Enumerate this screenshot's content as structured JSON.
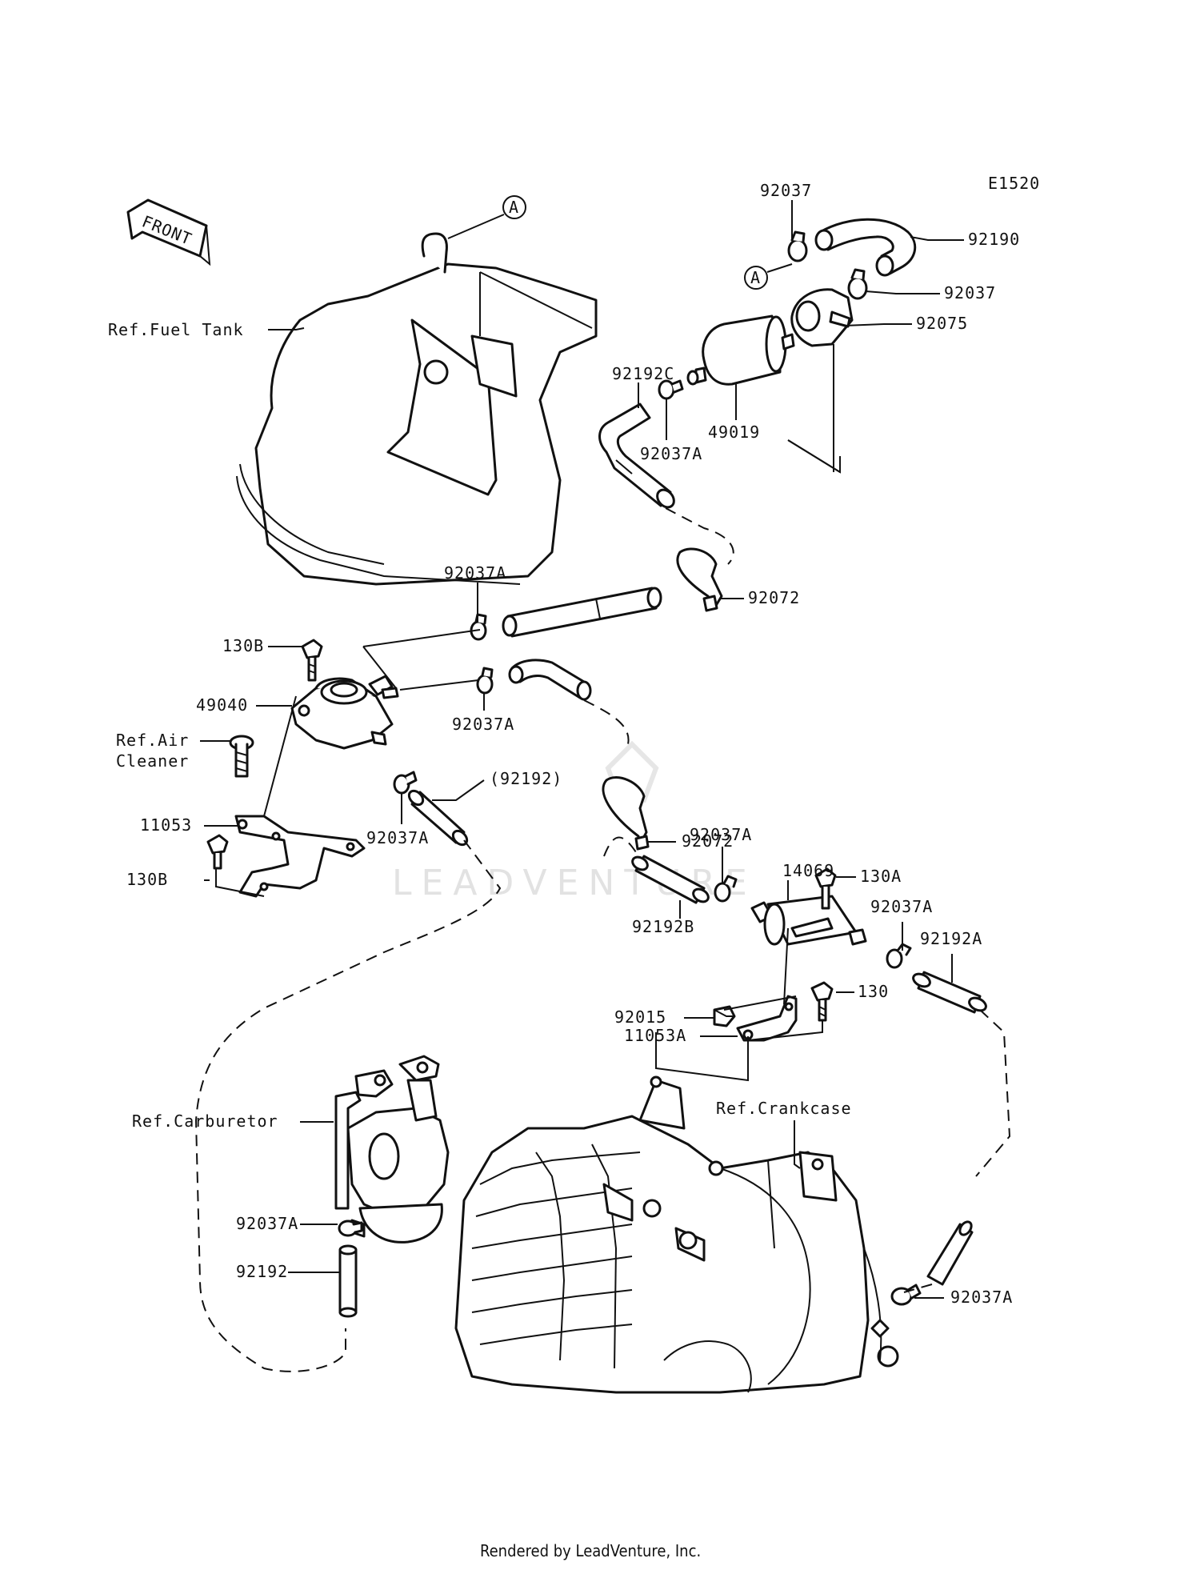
{
  "diagram": {
    "code": "E1520",
    "front_label": "FRONT",
    "ref_marker": "A",
    "watermark": "LEADVENTURE",
    "footer": "Rendered by LeadVenture, Inc."
  },
  "callouts": {
    "p92037_top": "92037",
    "p92190": "92190",
    "p92037_right": "92037",
    "p92075": "92075",
    "ref_fuel_tank": "Ref.Fuel Tank",
    "p92192C": "92192C",
    "p49019": "49019",
    "p92037A_filter": "92037A",
    "p92037A_hose": "92037A",
    "p92072_top": "92072",
    "p130B_top": "130B",
    "p49040": "49040",
    "p92037A_pump": "92037A",
    "ref_air": "Ref.Air",
    "cleaner": "Cleaner",
    "p92037A_lower": "92037A",
    "p92192_paren": "(92192)",
    "p11053": "11053",
    "p130B_bottom": "130B",
    "p92072_mid": "92072",
    "p92037A_mid": "92037A",
    "p14069": "14069",
    "p130A": "130A",
    "p92192B": "92192B",
    "p92037A_right": "92037A",
    "p92192A": "92192A",
    "p92015": "92015",
    "p130": "130",
    "p11053A": "11053A",
    "ref_crankcase": "Ref.Crankcase",
    "ref_carburetor": "Ref.Carburetor",
    "p92037A_carb": "92037A",
    "p92192": "92192",
    "p92037A_crank": "92037A"
  }
}
